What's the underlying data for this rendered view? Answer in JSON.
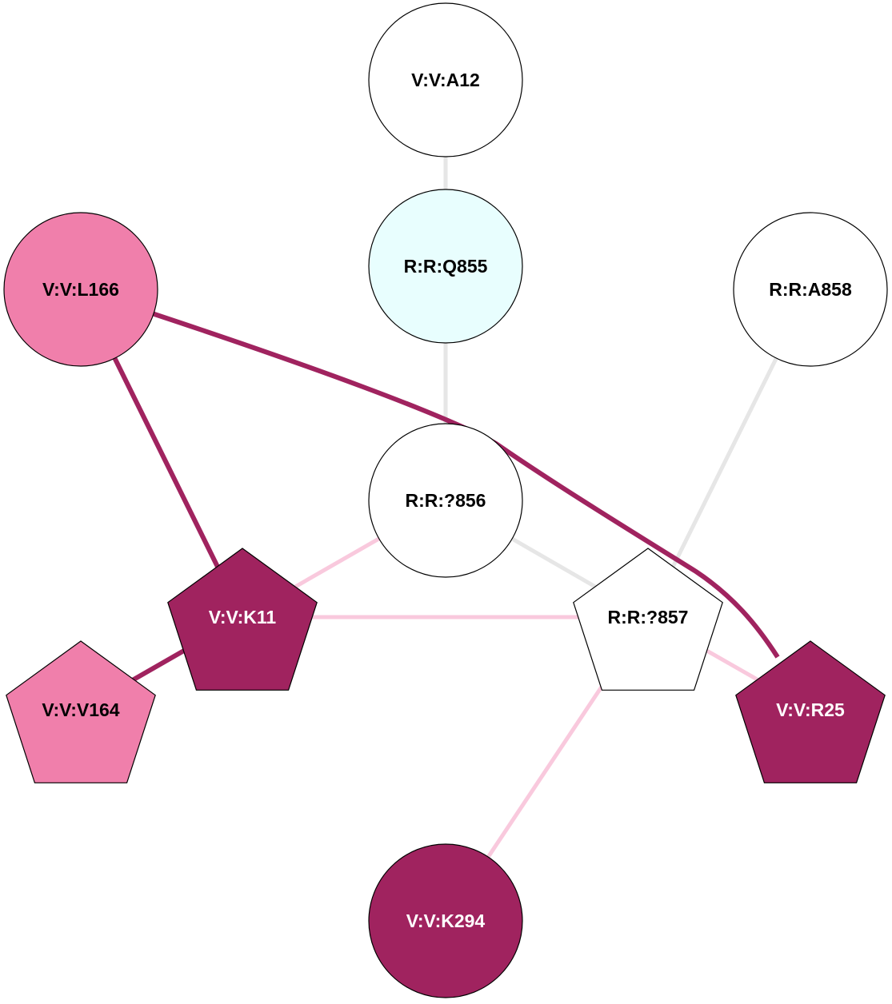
{
  "graph": {
    "type": "residue-interaction-network",
    "colors": {
      "strong_edge": "#a0235f",
      "weak_pink_edge": "#f9c9dd",
      "gray_edge": "#e6e6e6",
      "dark_node": "#a0235f",
      "pink_node": "#f07fab",
      "cyan_node": "#e8fefe",
      "white_node": "#ffffff",
      "node_stroke": "#000000",
      "dark_text": "#000000",
      "light_text": "#ffffff"
    },
    "nodes": [
      {
        "id": "VA12",
        "label": "V:V:A12",
        "shape": "circle",
        "fill": "#ffffff",
        "text": "#000000"
      },
      {
        "id": "RQ855",
        "label": "R:R:Q855",
        "shape": "circle",
        "fill": "#e8fefe",
        "text": "#000000"
      },
      {
        "id": "RA858",
        "label": "R:R:A858",
        "shape": "circle",
        "fill": "#ffffff",
        "text": "#000000"
      },
      {
        "id": "VL166",
        "label": "V:V:L166",
        "shape": "circle",
        "fill": "#f07fab",
        "text": "#000000"
      },
      {
        "id": "R856",
        "label": "R:R:?856",
        "shape": "circle",
        "fill": "#ffffff",
        "text": "#000000"
      },
      {
        "id": "VK11",
        "label": "V:V:K11",
        "shape": "pentagon",
        "fill": "#a0235f",
        "text": "#ffffff"
      },
      {
        "id": "R857",
        "label": "R:R:?857",
        "shape": "pentagon",
        "fill": "#ffffff",
        "text": "#000000"
      },
      {
        "id": "VV164",
        "label": "V:V:V164",
        "shape": "pentagon",
        "fill": "#f07fab",
        "text": "#000000"
      },
      {
        "id": "VR25",
        "label": "V:V:R25",
        "shape": "pentagon",
        "fill": "#a0235f",
        "text": "#ffffff"
      },
      {
        "id": "VK294",
        "label": "V:V:K294",
        "shape": "circle",
        "fill": "#a0235f",
        "text": "#ffffff"
      }
    ],
    "edges": [
      {
        "source": "VA12",
        "target": "RQ855",
        "color": "#e6e6e6",
        "weight": "weak"
      },
      {
        "source": "RQ855",
        "target": "R856",
        "color": "#e6e6e6",
        "weight": "weak"
      },
      {
        "source": "RA858",
        "target": "R857",
        "color": "#e6e6e6",
        "weight": "weak"
      },
      {
        "source": "R856",
        "target": "R857",
        "color": "#e6e6e6",
        "weight": "weak"
      },
      {
        "source": "R856",
        "target": "VK11",
        "color": "#f9c9dd",
        "weight": "weak"
      },
      {
        "source": "VK11",
        "target": "R857",
        "color": "#f9c9dd",
        "weight": "weak"
      },
      {
        "source": "R857",
        "target": "VR25",
        "color": "#f9c9dd",
        "weight": "weak"
      },
      {
        "source": "R857",
        "target": "VK294",
        "color": "#f9c9dd",
        "weight": "weak"
      },
      {
        "source": "VL166",
        "target": "VK11",
        "color": "#a0235f",
        "weight": "strong"
      },
      {
        "source": "VK11",
        "target": "VV164",
        "color": "#a0235f",
        "weight": "strong"
      },
      {
        "source": "VL166",
        "target": "VR25",
        "color": "#a0235f",
        "weight": "strong",
        "curved": true
      }
    ]
  }
}
